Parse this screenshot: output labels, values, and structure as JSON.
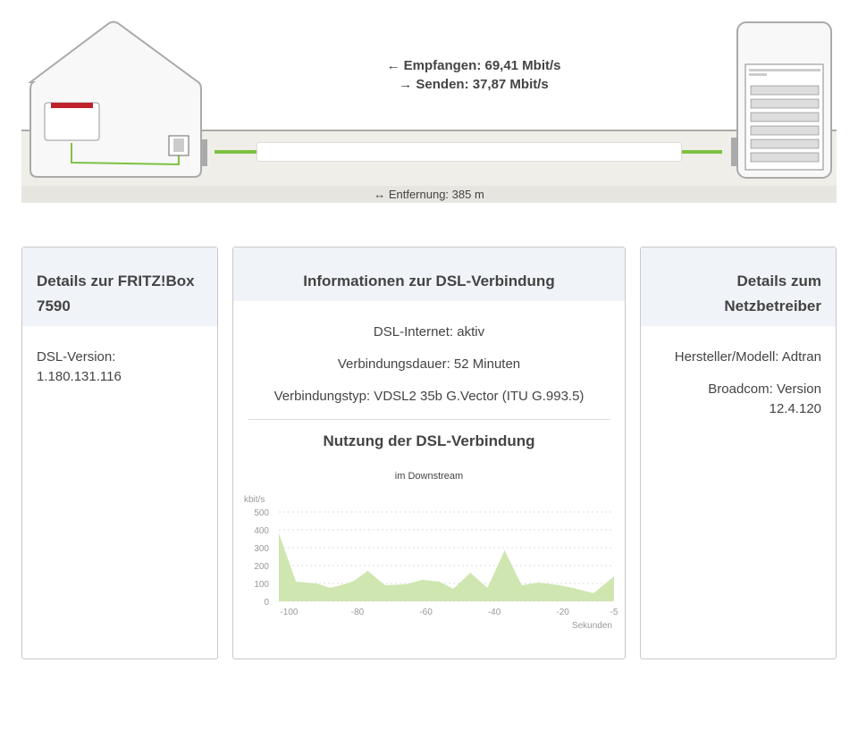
{
  "connection": {
    "receive": "Empfangen: 69,41 Mbit/s",
    "send": "Senden: 37,87 Mbit/s",
    "distance": "Entfernung: 385 m"
  },
  "fritzbox": {
    "title": "Details zur FRITZ!Box 7590",
    "dsl_version": "DSL-Version: 1.180.131.116"
  },
  "dsl": {
    "title": "Informationen zur DSL-Verbindung",
    "internet": "DSL-Internet: aktiv",
    "duration": "Verbindungsdauer: 52 Minuten",
    "type": "Verbindungstyp: VDSL2 35b G.Vector (ITU G.993.5)",
    "usage_title": "Nutzung der DSL-Verbindung"
  },
  "provider": {
    "title": "Details zum Netzbetreiber",
    "model": "Hersteller/Modell: Adtran",
    "broadcom": "Broadcom: Version 12.4.120"
  },
  "colors": {
    "green": "#7dc242",
    "fill": "#cfe6b0",
    "red": "#c0202a"
  },
  "chart_data": {
    "type": "area",
    "title": "im Downstream",
    "ylabel": "kbit/s",
    "xlabel": "Sekunden",
    "ylim": [
      0,
      500
    ],
    "xlim": [
      -103,
      -5
    ],
    "yticks": [
      "0",
      "100",
      "200",
      "300",
      "400",
      "500"
    ],
    "xticks": [
      "-100",
      "-80",
      "-60",
      "-40",
      "-20",
      "-5"
    ],
    "x": [
      -103,
      -98,
      -92,
      -88,
      -83,
      -81,
      -77,
      -72,
      -66,
      -61,
      -56,
      -52,
      -47,
      -42,
      -37,
      -32,
      -27,
      -21,
      -17,
      -11,
      -5
    ],
    "values": [
      380,
      110,
      100,
      75,
      100,
      115,
      170,
      90,
      95,
      120,
      110,
      70,
      160,
      75,
      285,
      90,
      105,
      90,
      75,
      45,
      140
    ]
  }
}
